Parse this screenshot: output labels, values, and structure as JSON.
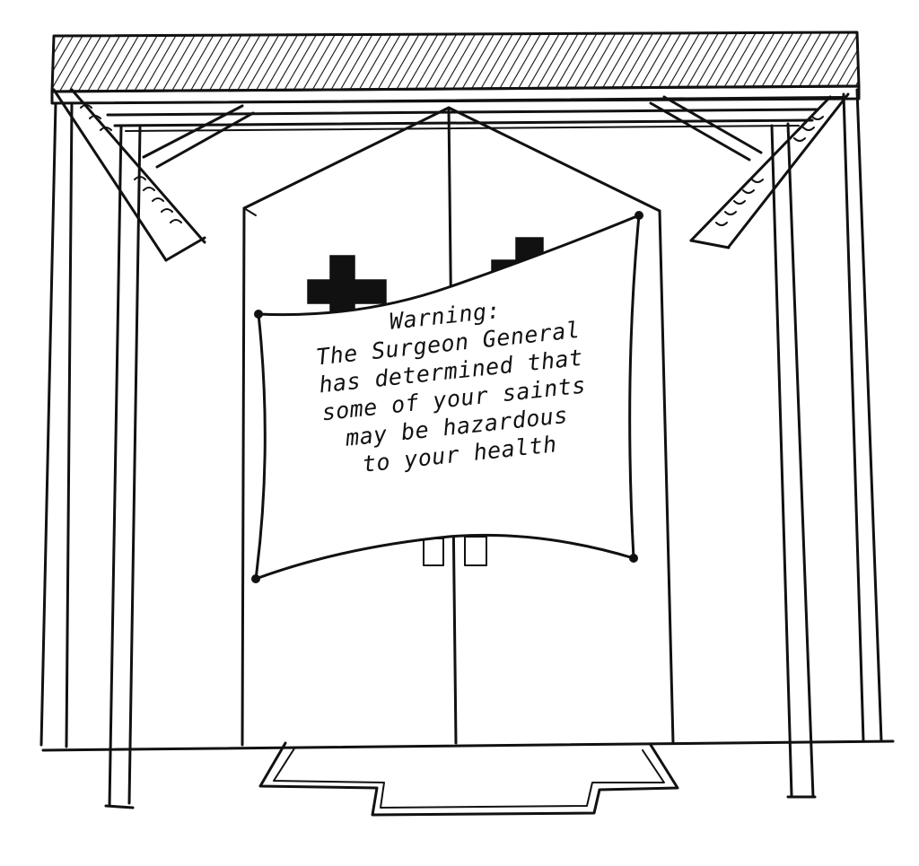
{
  "sign": {
    "lines": [
      "Warning:",
      "The Surgeon General",
      "has determined that",
      "some of your saints",
      "may be hazardous",
      "to your health"
    ]
  },
  "icons": {
    "cross": "cross-icon",
    "flag_hatch": "hatched-roof-icon"
  },
  "colors": {
    "ink": "#111111",
    "paper": "#ffffff"
  }
}
